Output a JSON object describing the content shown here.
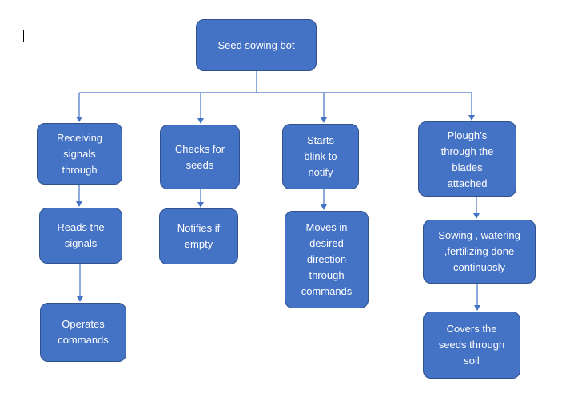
{
  "diagram": {
    "root": {
      "label": "Seed sowing bot"
    },
    "columns": [
      {
        "nodes": [
          {
            "label": "Receiving signals through"
          },
          {
            "label": "Reads the signals"
          },
          {
            "label": "Operates commands"
          }
        ]
      },
      {
        "nodes": [
          {
            "label": "Checks for seeds"
          },
          {
            "label": "Notifies if empty"
          }
        ]
      },
      {
        "nodes": [
          {
            "label": "Starts blink to notify"
          },
          {
            "label": "Moves in desired direction through commands"
          }
        ]
      },
      {
        "nodes": [
          {
            "label": "Plough’s through the blades attached"
          },
          {
            "label": "Sowing , watering ,fertilizing done continuosly"
          },
          {
            "label": "Covers the seeds through soil"
          }
        ]
      }
    ],
    "colors": {
      "node_fill": "#4472c4",
      "node_border": "#2f528f",
      "connector": "#4472c4",
      "text": "#ffffff"
    }
  }
}
